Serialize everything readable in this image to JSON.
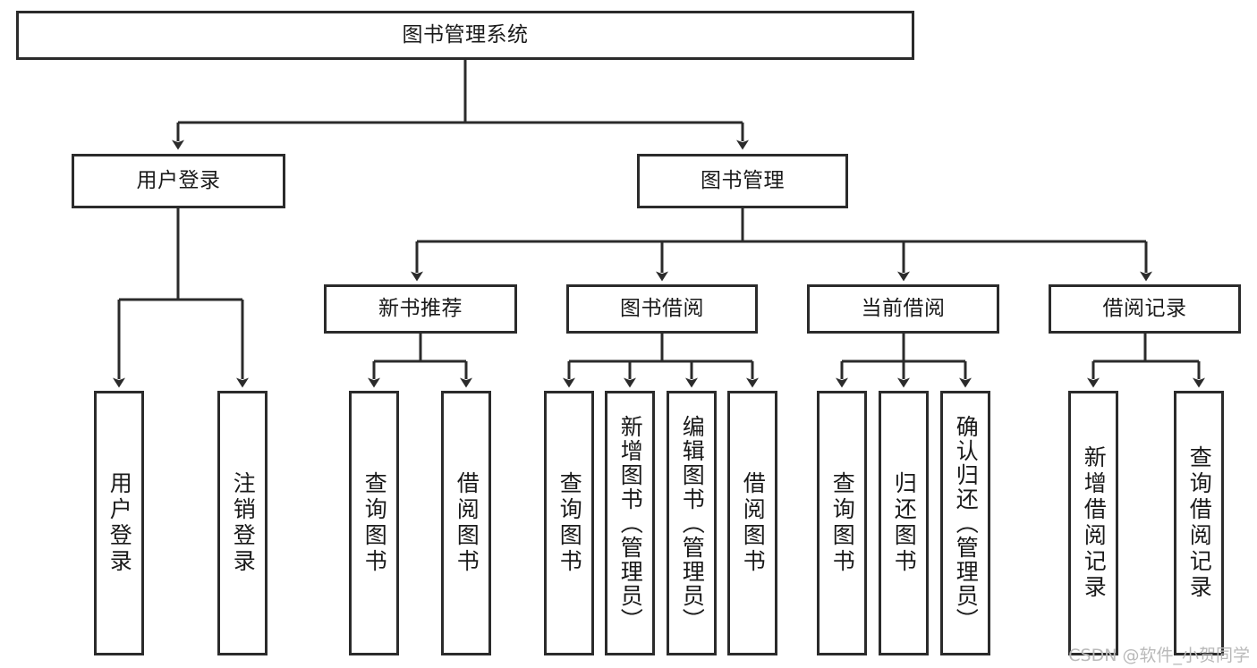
{
  "diagram": {
    "title": "图书管理系统",
    "watermark": "CSDN @软件_小贺同学",
    "accent_color": "#2b2b2b",
    "background_color": "#ffffff",
    "nodes": {
      "root": "图书管理系统",
      "level2": {
        "user_login": "用户登录",
        "book_manage": "图书管理"
      },
      "level3": {
        "new_book_recommend": "新书推荐",
        "book_borrow": "图书借阅",
        "current_borrow": "当前借阅",
        "borrow_record": "借阅记录"
      },
      "leaves": {
        "user_login_1": "用户登录",
        "user_login_2": "注销登录",
        "recommend_1": "查询图书",
        "recommend_2": "借阅图书",
        "borrow_1": "查询图书",
        "borrow_2": "新增图书（管理员）",
        "borrow_3": "编辑图书（管理员）",
        "borrow_4": "借阅图书",
        "current_1": "查询图书",
        "current_2": "归还图书",
        "current_3": "确认归还（管理员）",
        "record_1": "新增借阅记录",
        "record_2": "查询借阅记录"
      }
    }
  }
}
